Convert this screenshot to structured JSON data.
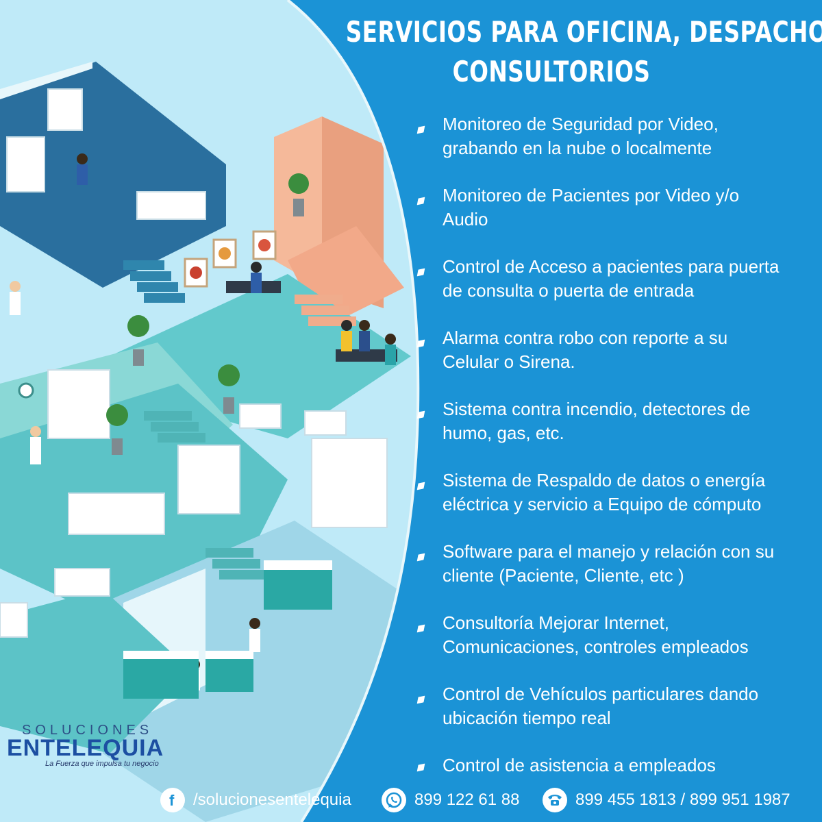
{
  "header": {
    "title_line1": "SERVICIOS PARA OFICINA, DESPACHOS,",
    "title_line2": "CONSULTORIOS"
  },
  "services": [
    {
      "line1": "Monitoreo de Seguridad por Video,",
      "line2": "grabando en la nube o localmente"
    },
    {
      "line1": "Monitoreo de Pacientes por Video y/o",
      "line2": "Audio"
    },
    {
      "line1": "Control de Acceso a pacientes para puerta",
      "line2": "de consulta o puerta de entrada"
    },
    {
      "line1": "Alarma contra robo con reporte a su",
      "line2": "Celular o Sirena."
    },
    {
      "line1": "Sistema contra incendio, detectores de",
      "line2": "humo, gas, etc."
    },
    {
      "line1": "Sistema de Respaldo de datos o energía",
      "line2": "eléctrica y servicio a Equipo de cómputo"
    },
    {
      "line1": "Software para el manejo y relación con su",
      "line2": "cliente (Paciente, Cliente, etc )"
    },
    {
      "line1": "Consultoría Mejorar Internet,",
      "line2": "Comunicaciones, controles empleados"
    },
    {
      "line1": "Control de Vehículos particulares dando",
      "line2": "ubicación tiempo real"
    },
    {
      "line1": "Control de asistencia a empleados",
      "line2": ""
    }
  ],
  "footer": {
    "facebook": "/solucionesentelequia",
    "whatsapp": "899 122 61 88",
    "phone": "899 455 1813 / 899 951 1987"
  },
  "logo": {
    "top": "SOLUCIONES",
    "main": "ENTELEQUIA",
    "tagline": "La Fuerza que impulsa tu negocio"
  },
  "colors": {
    "background": "#1b93d6",
    "illustration_sky": "#bfeaf8",
    "floor_teal": "#5cc3c7",
    "floor_dark": "#2a7fa6",
    "text": "#ffffff",
    "logo_blue": "#1c4fa2"
  },
  "icons": [
    "facebook-icon",
    "whatsapp-icon",
    "phone-icon",
    "diamond-bullet-icon"
  ]
}
